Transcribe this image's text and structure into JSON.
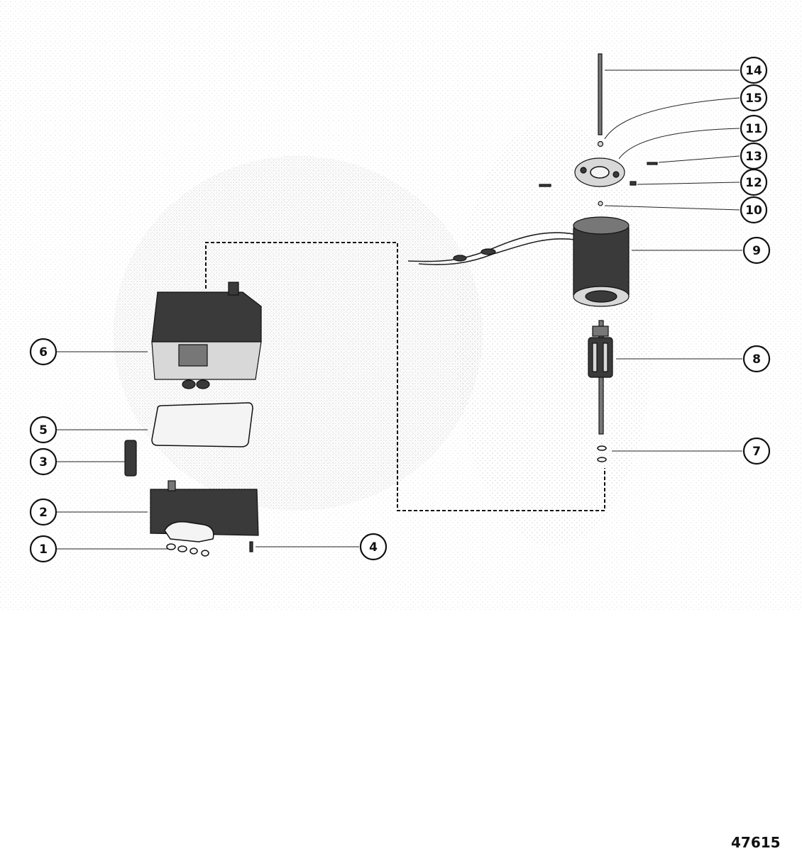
{
  "callouts": [
    "1",
    "2",
    "3",
    "4",
    "5",
    "6",
    "7",
    "8",
    "9",
    "10",
    "11",
    "12",
    "13",
    "14",
    "15"
  ],
  "figure_number": "47615"
}
